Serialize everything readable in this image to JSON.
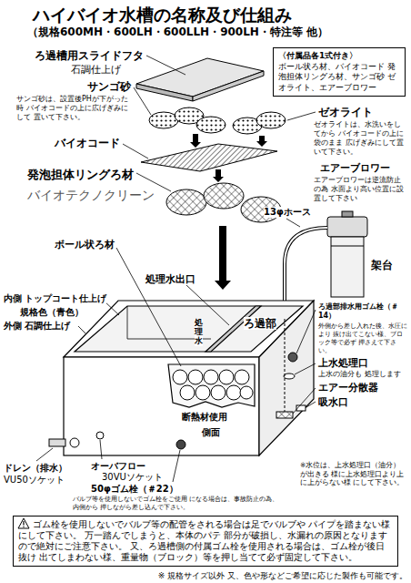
{
  "diagram": {
    "title": "ハイバイオ水槽の名称及び仕組み",
    "nodes": [
      {
        "text": [
          "〈付属品各1式付き〉",
          "ボール状ろ材、バイオコード 発泡担体リングろ材、サンゴ砂 ゼオライト、エアーブロワー"
        ]
      },
      {
        "text": [
          "ゴム栓を使用しないでバルブ等の配管をされる場合は足でバルブや パイプを踏まない様にして下さい。 万一踏んでしまうと、本体のパテ 部分が破損し、水漏れの原因となりますので絶対にご注意下さい。 又、ろ過槽側の付属ゴム栓を使用される場合は、ゴム栓が後日抜け 出てしまわない様、重量物（ブロック）等を押し当てて必ず固定して下さい。"
        ]
      }
    ],
    "labels": [
      "（規格600MH・600LH・600LLH・900LH・特注等 他）",
      "ろ過槽用スライドフタ",
      "石調仕上げ",
      "サンゴ砂",
      "サンゴ砂は、設置後PHが下がった時 バイオコードの上に広げぎみにして 置いて下さい。",
      "ゼオライト",
      "ゼオライトは、水洗いをしてから バイオコードの上に袋のまま 広げぎみにして置いて下さい。",
      "バイオコード",
      "発泡担体リングろ材",
      "バイオテクノクリーン",
      "エアーブロワー",
      "エアーブロワーは逆流防止の為 水面より高い位置に設置して下さい",
      "13φホース",
      "架台",
      "ボール状ろ材",
      "処理水出口",
      "ろ過部",
      "処理水",
      "内側 トップコート仕上げ",
      "規格色（青色）",
      "外側 石調仕上げ",
      "ろ過部排水用ゴム栓（＃14）",
      "外側から差し入れた後、水圧により 抜け出てこない様、ブロック等で必ず 押さえて下さい。",
      "上水処理口",
      "上水の油分も 処理します",
      "エアー分散器",
      "吸水口",
      "断熱材使用",
      "側面",
      "ドレン（排水）",
      "VU50ソケット",
      "オーバフロー",
      "30VUソケット",
      "50φゴム栓（＃22）",
      "バルブ等を使用しないでゴム栓をご使用 になる場合は、事故防止の為、内側から 押しながら差し込んで下さい。",
      "※水位は、上水処理口（油分）が出きる 様に上水処理口より上に上がらない様 にして下さい。",
      "※ 規格サイズ以外 又、色や形などご希望に応じた製作も可能です。"
    ]
  }
}
